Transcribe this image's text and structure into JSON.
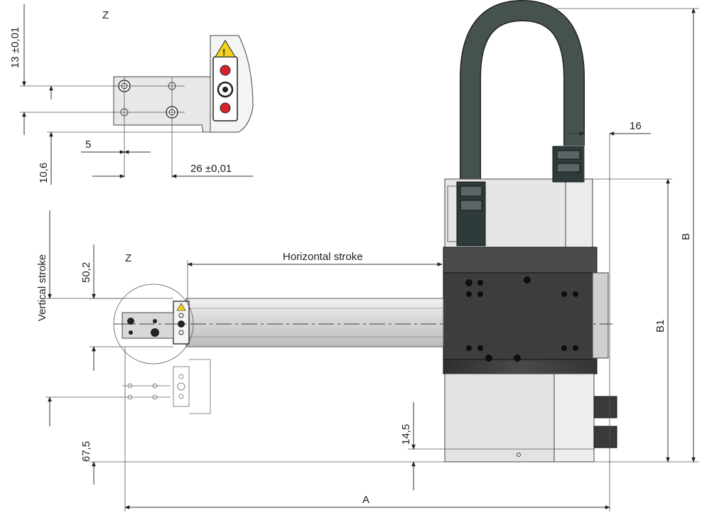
{
  "view_labels": {
    "detail_view": "Z",
    "main_view": "Z"
  },
  "dimensions": {
    "tol_13": "13 ±0,01",
    "d_10_6": "10,6",
    "d_5": "5",
    "tol_26": "26 ±0,01",
    "d_16": "16",
    "d_50_2": "50,2",
    "d_67_5": "67,5",
    "d_14_5": "14,5",
    "A": "A",
    "B": "B",
    "B1": "B1"
  },
  "labels": {
    "horizontal_stroke": "Horizontal stroke",
    "vertical_stroke": "Vertical stroke"
  },
  "colors": {
    "body_dark": "#3f3f3f",
    "body_mid": "#5a5a5a",
    "housing_light": "#e6e6e6",
    "cable": "#3d4a4a",
    "warning_yellow": "#f2d21b",
    "indicator_red": "#d8232a",
    "arm_light": "#dcdcdc"
  },
  "icons": [
    "warning-triangle-icon",
    "indicator-led-icon",
    "connector-icon"
  ]
}
